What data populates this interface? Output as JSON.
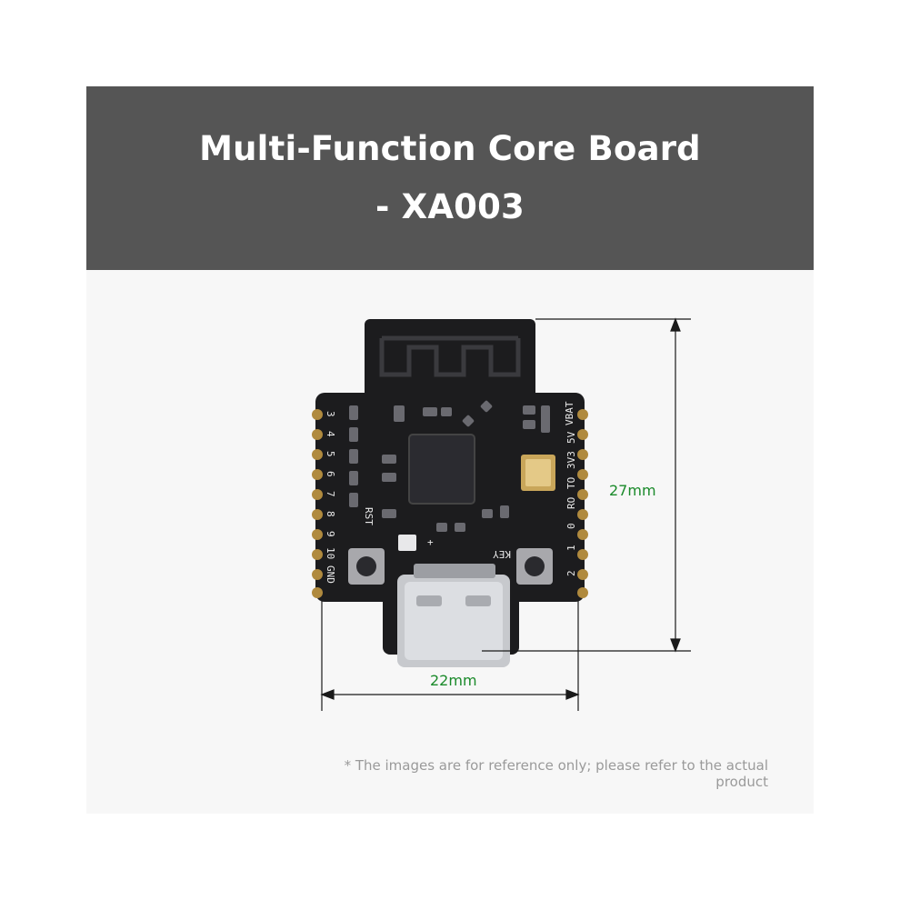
{
  "banner": {
    "title_line1": "Multi-Function Core Board",
    "title_line2": "- XA003"
  },
  "dimensions": {
    "height_label": "27mm",
    "width_label": "22mm"
  },
  "board_silkscreen": {
    "left_pins": [
      "3",
      "4",
      "5",
      "6",
      "7",
      "8",
      "9",
      "10"
    ],
    "left_gnd": "GND",
    "rst": "RST",
    "right_top": [
      "VBAT",
      "5V",
      "3V3",
      "TO",
      "RO",
      "0",
      "1",
      "2"
    ],
    "key": "KEY",
    "plus": "+"
  },
  "disclaimer": "* The images are for reference only; please refer to the actual product",
  "colors": {
    "banner_bg": "#555555",
    "card_bg": "#f7f7f7",
    "dimension_text": "#1a8a2a",
    "board": "#1c1c1e"
  }
}
